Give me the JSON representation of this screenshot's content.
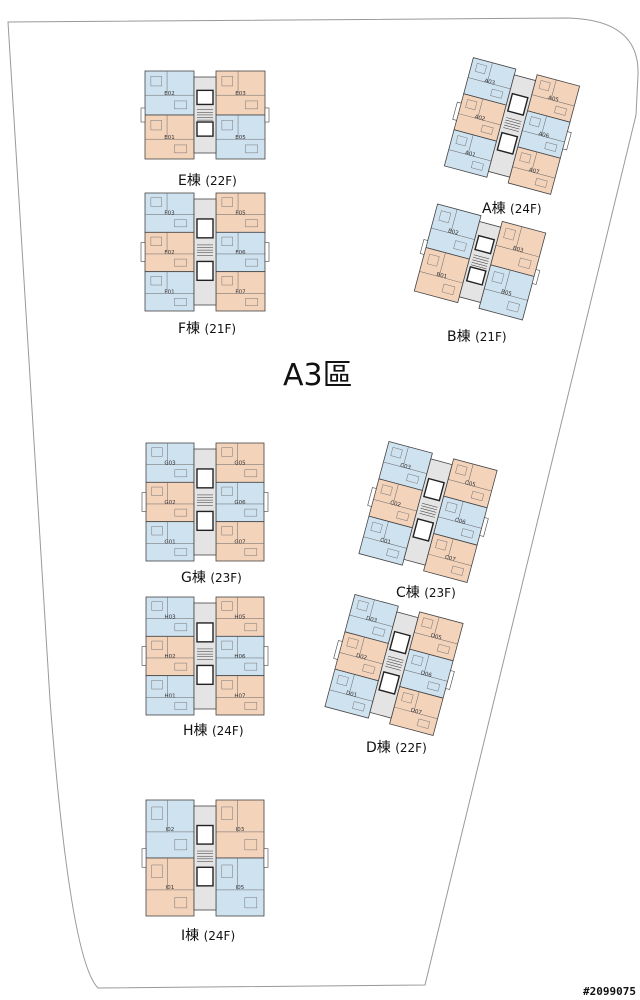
{
  "site": {
    "zone_label": "A3區",
    "watermark": "#2099075",
    "colors": {
      "blue": "#cfe2f0",
      "orange": "#f4d3bb",
      "line": "#444444",
      "core": "#e4e4e4"
    }
  },
  "buildings": [
    {
      "id": "E",
      "name": "E棟",
      "floors": "(22F)",
      "units": [
        "E02",
        "E03",
        "E01",
        "E05"
      ],
      "units_left": [
        "E02",
        "E01"
      ],
      "units_right": [
        "E03",
        "E05"
      ]
    },
    {
      "id": "A",
      "name": "A棟",
      "floors": "(24F)",
      "units_left": [
        "A03",
        "A02",
        "A01"
      ],
      "units_right": [
        "A05",
        "A06",
        "A07"
      ]
    },
    {
      "id": "F",
      "name": "F棟",
      "floors": "(21F)",
      "units_left": [
        "F03",
        "F02",
        "F01"
      ],
      "units_right": [
        "F05",
        "F06",
        "F07"
      ]
    },
    {
      "id": "B",
      "name": "B棟",
      "floors": "(21F)",
      "units_left": [
        "B02",
        "B01"
      ],
      "units_right": [
        "B03",
        "B05"
      ]
    },
    {
      "id": "G",
      "name": "G棟",
      "floors": "(23F)",
      "units_left": [
        "G03",
        "G02",
        "G01"
      ],
      "units_right": [
        "G05",
        "G06",
        "G07"
      ]
    },
    {
      "id": "C",
      "name": "C棟",
      "floors": "(23F)",
      "units_left": [
        "C03",
        "C02",
        "C01"
      ],
      "units_right": [
        "C05",
        "C06",
        "C07"
      ]
    },
    {
      "id": "H",
      "name": "H棟",
      "floors": "(24F)",
      "units_left": [
        "H03",
        "H02",
        "H01"
      ],
      "units_right": [
        "H05",
        "H06",
        "H07"
      ]
    },
    {
      "id": "D",
      "name": "D棟",
      "floors": "(22F)",
      "units_left": [
        "D03",
        "D02",
        "D01"
      ],
      "units_right": [
        "D05",
        "D06",
        "D07"
      ]
    },
    {
      "id": "I",
      "name": "I棟",
      "floors": "(24F)",
      "units_left": [
        "I02",
        "I01"
      ],
      "units_right": [
        "I03",
        "I05"
      ]
    }
  ]
}
